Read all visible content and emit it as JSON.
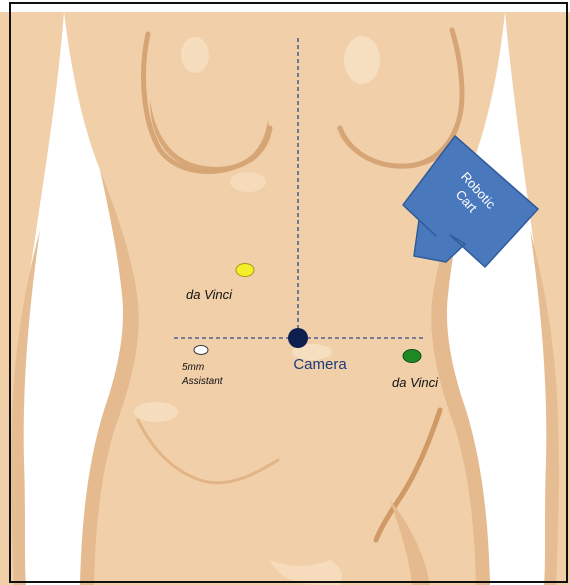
{
  "ports": {
    "left_upper_label": "da Vinci",
    "camera_label": "Camera",
    "right_label": "da Vinci",
    "assistant_line1": "5mm",
    "assistant_line2": "Assistant"
  },
  "cart": {
    "line1": "Robotic",
    "line2": "Cart"
  },
  "colors": {
    "skin": "#f0cfa9",
    "skin_shadow": "#dfb283",
    "skin_highlight": "#f8e2c6",
    "frame": "#111111",
    "guide_line": "#2a4a8c",
    "camera": "#0d1f4f",
    "port_left": "#f3ef2a",
    "port_right": "#1e8a25",
    "port_assistant": "#ffffff",
    "cart_fill": "#4a78bd",
    "cart_stroke": "#2f5b99"
  },
  "icons": {
    "cart_arrow": "arrow-icon",
    "camera_port": "circle-icon",
    "instrument_port": "ellipse-icon"
  }
}
